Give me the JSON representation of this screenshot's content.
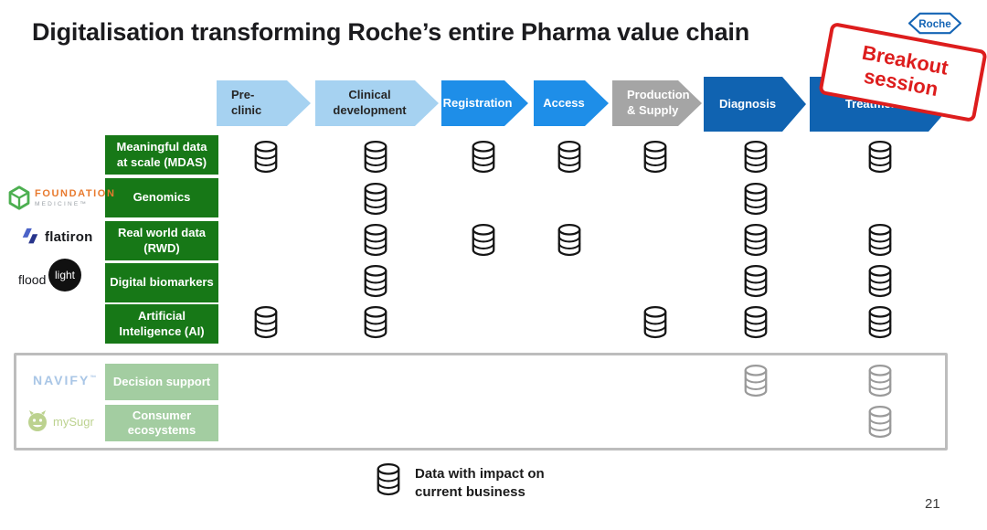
{
  "title": "Digitalisation transforming Roche’s entire Pharma value chain",
  "page_number": "21",
  "roche_logo": {
    "text": "Roche"
  },
  "stamp": {
    "line1": "Breakout",
    "line2": "session"
  },
  "value_chain": {
    "columns": [
      {
        "lines": [
          "Pre-",
          "clinic"
        ],
        "style": "light",
        "align": "left"
      },
      {
        "lines": [
          "Clinical",
          "development"
        ],
        "style": "light",
        "align": "center"
      },
      {
        "lines": [
          "Registration"
        ],
        "style": "bright",
        "align": "center"
      },
      {
        "lines": [
          "Access"
        ],
        "style": "bright",
        "align": "center"
      },
      {
        "lines": [
          "Production",
          "& Supply"
        ],
        "style": "gray",
        "align": "left"
      },
      {
        "lines": [
          "Diagnosis"
        ],
        "style": "dark",
        "align": "center"
      },
      {
        "lines": [
          "Treatment"
        ],
        "style": "dark",
        "align": "center"
      }
    ]
  },
  "matrix": {
    "rows": [
      {
        "label": "Meaningful data at scale (MDAS)",
        "cells": [
          1,
          1,
          1,
          1,
          1,
          1,
          1
        ]
      },
      {
        "label": "Genomics",
        "cells": [
          0,
          1,
          0,
          0,
          0,
          1,
          0
        ]
      },
      {
        "label": "Real world data (RWD)",
        "cells": [
          0,
          1,
          1,
          1,
          0,
          1,
          1
        ]
      },
      {
        "label": "Digital biomarkers",
        "cells": [
          0,
          1,
          0,
          0,
          0,
          1,
          1
        ]
      },
      {
        "label": "Artificial Inteligence (AI)",
        "cells": [
          1,
          1,
          0,
          0,
          1,
          1,
          1
        ]
      }
    ]
  },
  "future": {
    "rows": [
      {
        "label": "Decision support",
        "cells": [
          0,
          0,
          0,
          0,
          0,
          1,
          1
        ]
      },
      {
        "label": "Consumer ecosystems",
        "cells": [
          0,
          0,
          0,
          0,
          0,
          0,
          1
        ]
      }
    ]
  },
  "partners": {
    "foundation": {
      "name": "FOUNDATION",
      "sub": "MEDICINE™"
    },
    "flatiron": {
      "name": "flatiron"
    },
    "floodlight": {
      "pre": "flood",
      "circle": "light"
    },
    "navify": {
      "name": "NAVIFY",
      "tm": "™"
    },
    "mysugr": {
      "name": "mySugr"
    }
  },
  "legend": {
    "line1": "Data with impact on",
    "line2": "current business"
  },
  "colors": {
    "arrow_light": "#a6d2f1",
    "arrow_bright": "#1e8ee8",
    "arrow_gray": "#a5a5a5",
    "arrow_dark": "#1063b1",
    "row_green": "#177817",
    "row_light_green": "#a3cda1",
    "stamp_red": "#dd1d1d",
    "roche_blue": "#1565b5",
    "icon_black": "#151515",
    "icon_gray": "#9a9a9a",
    "foundation_orange": "#e87a2e",
    "foundation_green": "#4caf50",
    "flatiron_blue_dark": "#27348b",
    "flatiron_blue": "#4c63c8",
    "navify_blue": "#a9c6e6",
    "mysugr_green": "#bcd28f"
  }
}
